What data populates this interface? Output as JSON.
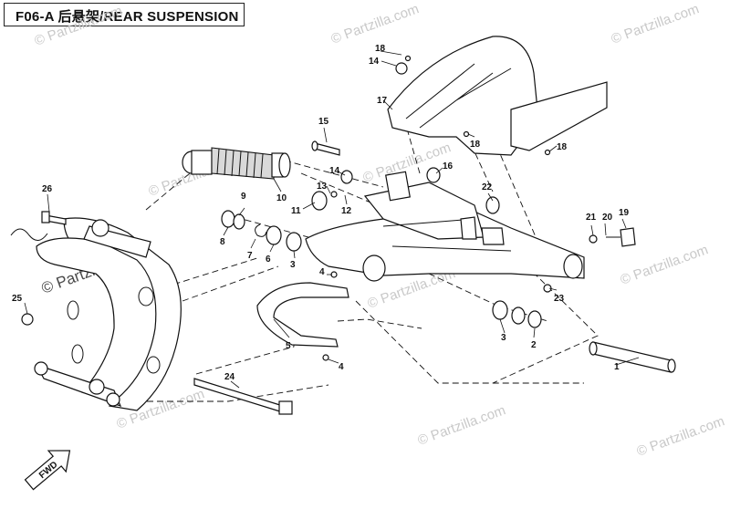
{
  "title": "F06-A  后悬架/REAR SUSPENSION",
  "watermarks": [
    "© Partzilla.com",
    "© Partzilla.com",
    "© Partzilla.com",
    "© Partzilla.com",
    "© Partzilla.com",
    "© Partzilla.com",
    "© Partzilla.com",
    "© Partzilla.com",
    "© Partzilla.com",
    "© Partzilla.com"
  ],
  "main_watermark": "© Partzilla.com",
  "fwd_label": "FWD",
  "callouts": {
    "c1": "1",
    "c2a": "2",
    "c3a": "3",
    "c3b": "3",
    "c4a": "4",
    "c4b": "4",
    "c5": "5",
    "c6": "6",
    "c7": "7",
    "c8": "8",
    "c9": "9",
    "c10": "10",
    "c11": "11",
    "c12": "12",
    "c13": "13",
    "c14a": "14",
    "c14b": "14",
    "c15": "15",
    "c16": "16",
    "c17": "17",
    "c18a": "18",
    "c18b": "18",
    "c18c": "18",
    "c19": "19",
    "c20": "20",
    "c21": "21",
    "c22": "22",
    "c23": "23",
    "c24": "24",
    "c25": "25",
    "c26": "26"
  },
  "colors": {
    "line": "#111111",
    "watermark": "#c9c9c9",
    "shade": "#d9d9d9"
  }
}
